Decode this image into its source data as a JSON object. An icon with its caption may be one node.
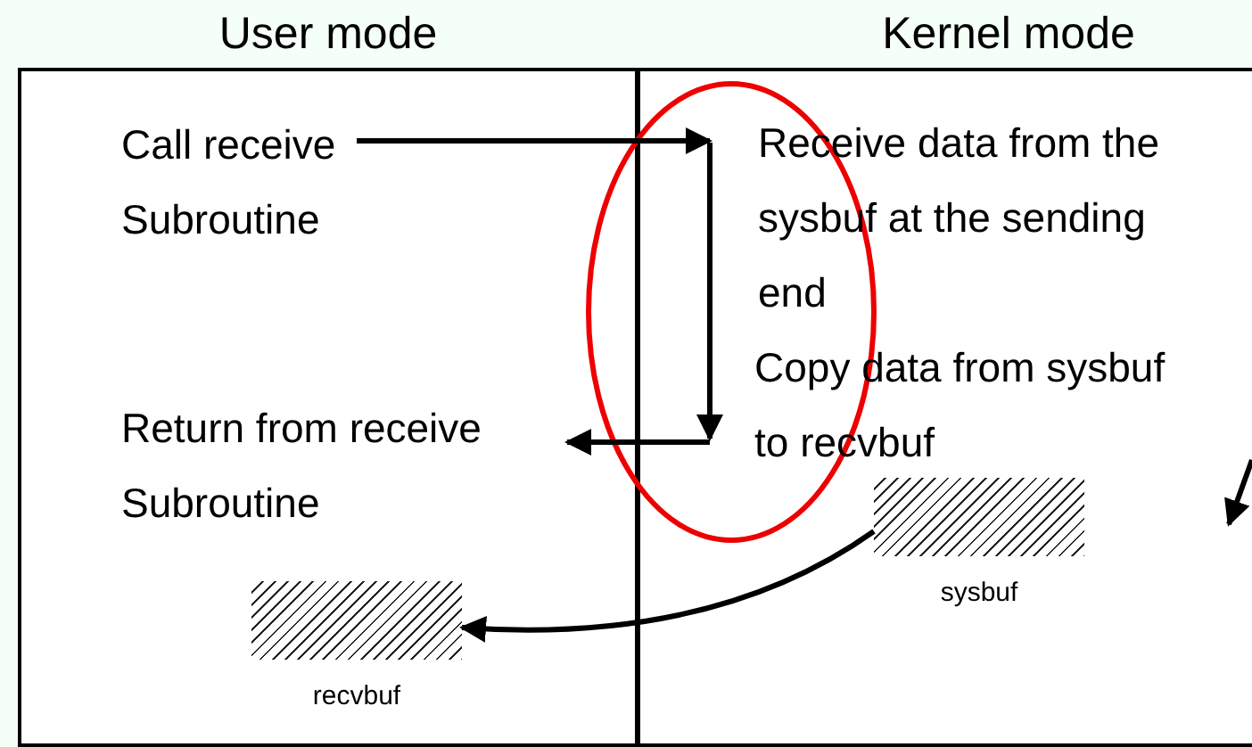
{
  "diagram": {
    "nodes": [
      {
        "text": [
          "User mode"
        ]
      },
      {
        "text": [
          "Kernel mode"
        ]
      },
      {
        "text": [
          "Call receive Subroutine"
        ],
        "in": 0
      },
      {
        "text": [
          "Receive data from the sysbuf at the sending end"
        ],
        "in": 1
      },
      {
        "text": [
          "Copy data from sysbuf to recvbuf"
        ],
        "in": 1
      },
      {
        "text": [
          "Return from receive Subroutine"
        ],
        "in": 0
      },
      {
        "text": [],
        "shape": "box",
        "beside": [
          "recvbuf"
        ],
        "in": 0
      },
      {
        "text": [],
        "shape": "box",
        "beside": [
          "sysbuf"
        ],
        "in": 1
      }
    ],
    "edges": [
      {
        "from": 2,
        "to": 3,
        "arrow": "to"
      },
      {
        "from": 3,
        "to": 4,
        "arrow": "to"
      },
      {
        "from": 4,
        "to": 5,
        "arrow": "to"
      },
      {
        "from": 7,
        "to": 6,
        "arrow": "to"
      }
    ]
  }
}
